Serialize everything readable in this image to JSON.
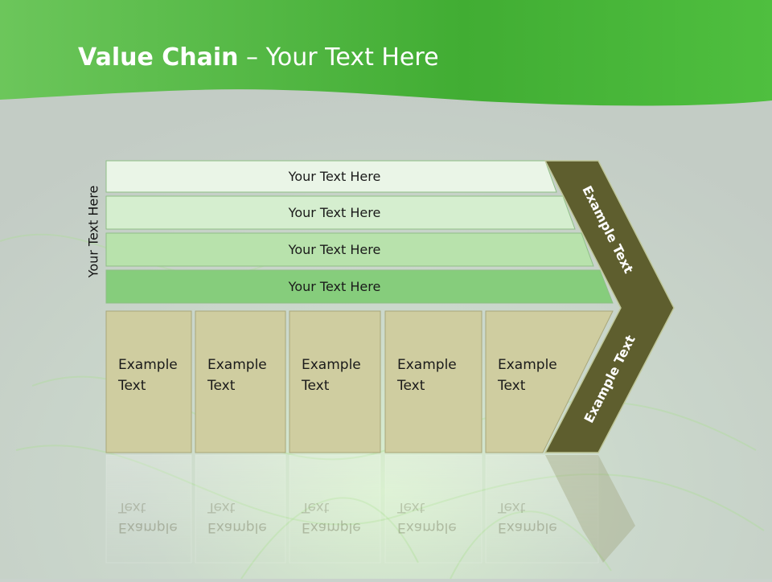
{
  "slide": {
    "title_bold": "Value Chain",
    "title_rest": " – Your Text Here",
    "side_label": "Your Text Here"
  },
  "rows": [
    {
      "label": "Your Text Here",
      "color": "#eaf5e7"
    },
    {
      "label": "Your Text Here",
      "color": "#d5eecf"
    },
    {
      "label": "Your Text Here",
      "color": "#b8e2ac"
    },
    {
      "label": "Your Text Here",
      "color": "#86cd7c"
    }
  ],
  "boxes": [
    {
      "line1": "Example",
      "line2": "Text"
    },
    {
      "line1": "Example",
      "line2": "Text"
    },
    {
      "line1": "Example",
      "line2": "Text"
    },
    {
      "line1": "Example",
      "line2": "Text"
    },
    {
      "line1": "Example",
      "line2": "Text"
    }
  ],
  "chevron": {
    "upper_label": "Example Text",
    "lower_label": "Example Text"
  },
  "colors": {
    "header_green": "#4cbd3c",
    "box_fill": "#cfcda0",
    "chevron_fill": "#5e5e2e",
    "background": "#c9d2cc"
  }
}
